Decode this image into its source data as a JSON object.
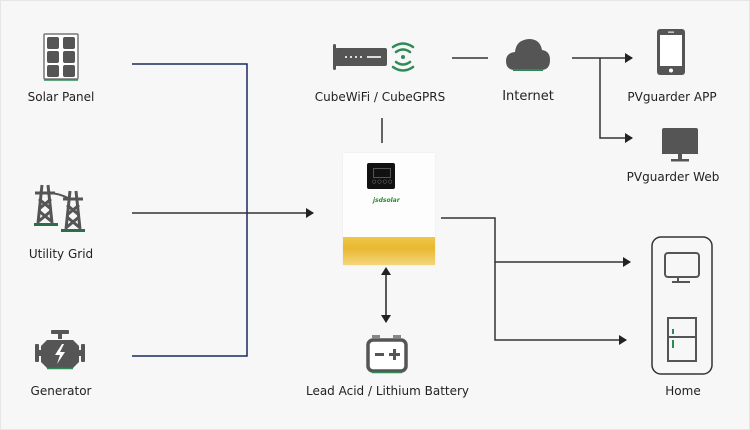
{
  "sources": [
    {
      "label": "Solar Panel",
      "icon": "solar-panel-icon"
    },
    {
      "label": "Utility Grid",
      "icon": "power-tower-icon"
    },
    {
      "label": "Generator",
      "icon": "engine-generator-icon"
    }
  ],
  "communication": {
    "module_label": "CubeWiFi / CubeGPRS",
    "module_icon": "wifi-dongle-icon",
    "internet_label": "Internet",
    "internet_icon": "cloud-icon"
  },
  "monitoring": [
    {
      "label": "PVguarder APP",
      "icon": "smartphone-icon"
    },
    {
      "label": "PVguarder Web",
      "icon": "monitor-icon"
    }
  ],
  "inverter": {
    "icon": "solar-inverter-device",
    "brand_text": "jsdsolar"
  },
  "battery": {
    "label": "Lead Acid / Lithium Battery",
    "icon": "battery-icon"
  },
  "home": {
    "label": "Home",
    "appliances": [
      "tv-icon",
      "refrigerator-icon"
    ]
  },
  "colors": {
    "source_bus_line": "#1c2a5e",
    "flow_line": "#333333",
    "icon_gray": "#555555",
    "accent_green": "#2e8b57",
    "inverter_base": "#e8b830"
  }
}
